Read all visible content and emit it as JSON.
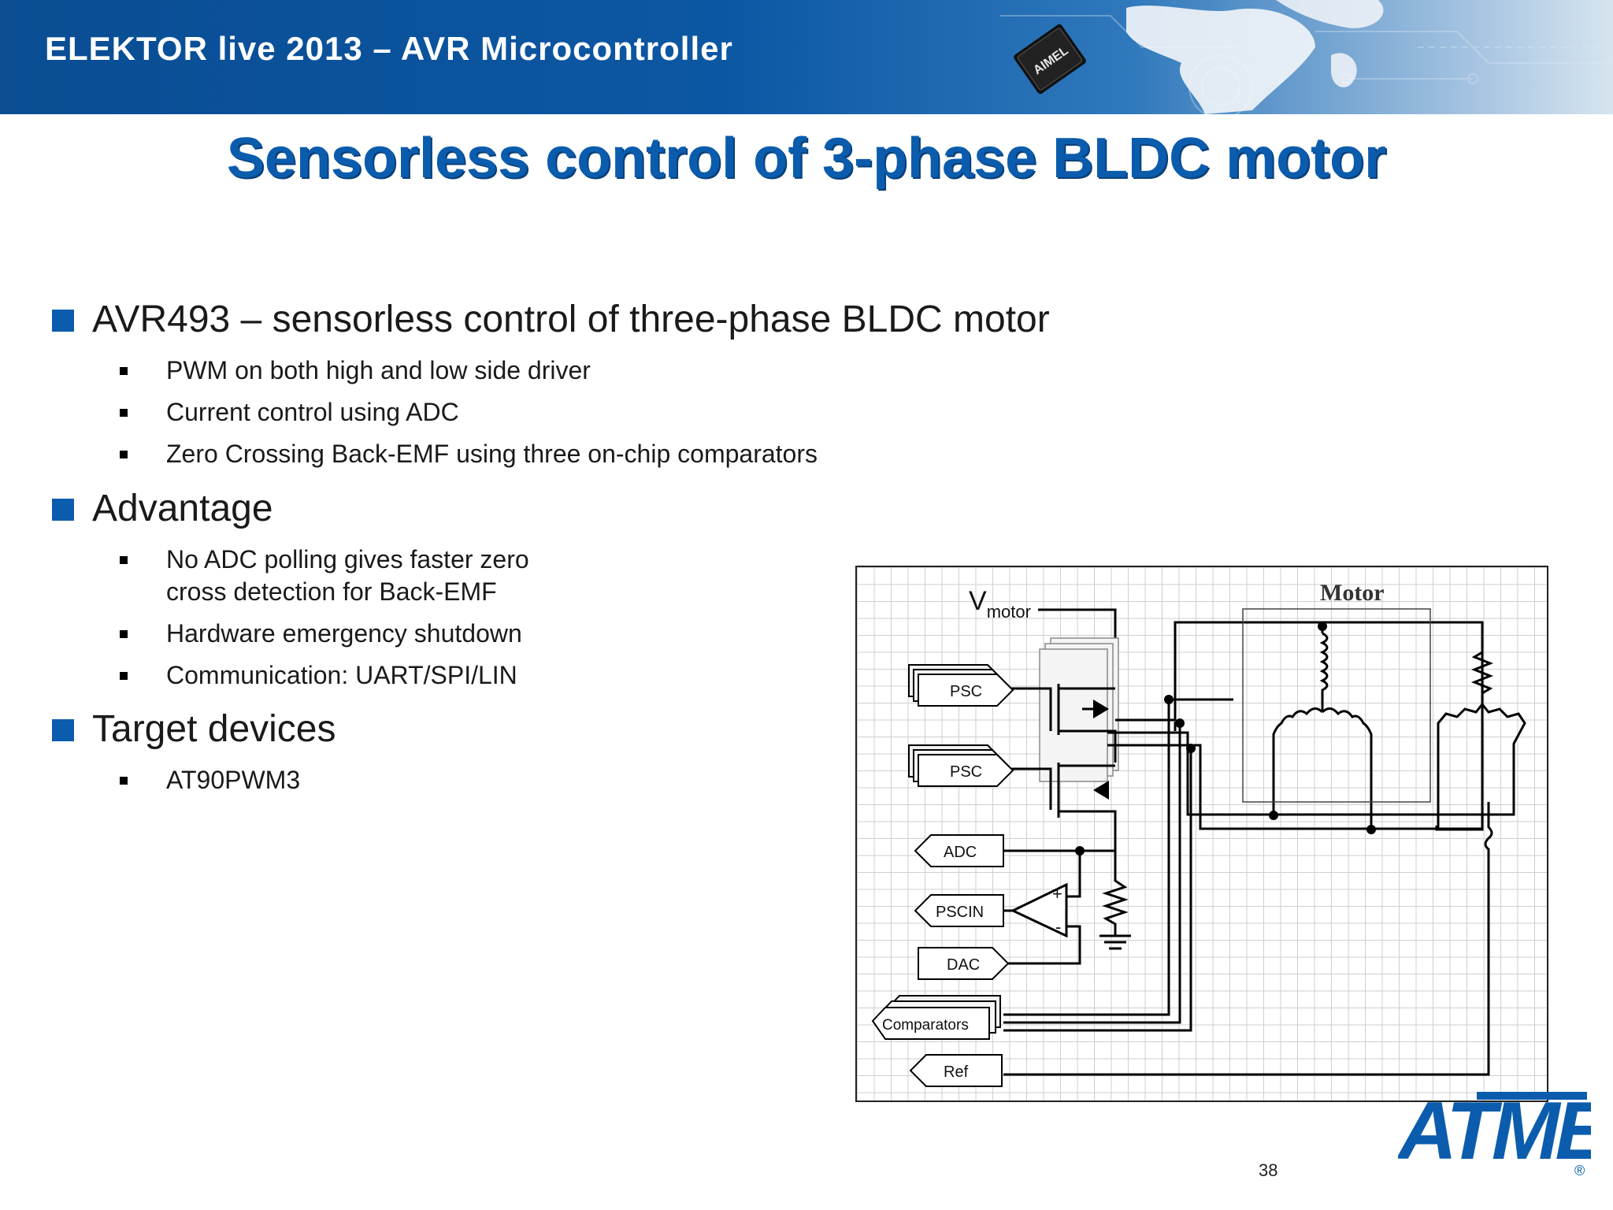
{
  "header": {
    "title": "ELEKTOR live 2013 – AVR Microcontroller"
  },
  "slide": {
    "title": "Sensorless control of 3-phase BLDC motor",
    "sections": [
      {
        "heading": "AVR493 – sensorless control of three-phase BLDC motor",
        "items": [
          "PWM on both high and low side driver",
          "Current control using ADC",
          "Zero Crossing Back-EMF using three on-chip comparators"
        ]
      },
      {
        "heading": "Advantage",
        "items": [
          "No ADC polling gives faster zero",
          "cross detection for Back-EMF",
          "Hardware emergency shutdown",
          "Communication: UART/SPI/LIN"
        ]
      },
      {
        "heading": "Target devices",
        "items": [
          "AT90PWM3"
        ]
      }
    ]
  },
  "diagram": {
    "vmotor_main": "V",
    "vmotor_sub": "motor",
    "motor_label": "Motor",
    "blocks": {
      "psc_top": "PSC",
      "psc_bottom": "PSC",
      "adc": "ADC",
      "pscin": "PSCIN",
      "dac": "DAC",
      "comparators": "Comparators",
      "ref": "Ref"
    },
    "opamp_plus": "+",
    "opamp_minus": "-"
  },
  "footer": {
    "page_number": "38"
  },
  "logo": {
    "text": "ATMEL",
    "registered": "®"
  },
  "colors": {
    "brand_blue": "#0b5cad",
    "header_blue": "#0a4d93"
  },
  "icons": {
    "header_chip": "atmel-chip-icon",
    "logo": "atmel-logo"
  }
}
